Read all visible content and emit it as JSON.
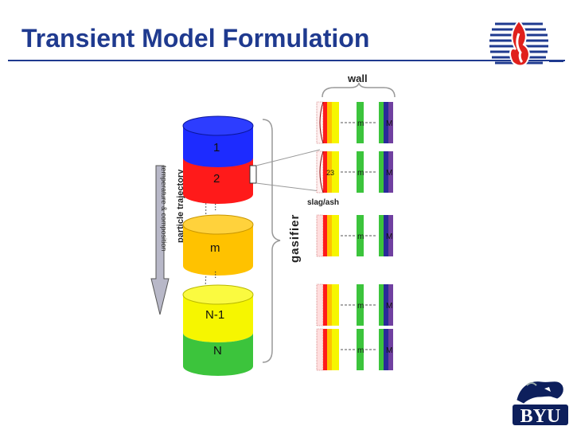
{
  "title": "Transient Model Formulation",
  "diagram": {
    "wall_label": "wall",
    "gasifier_label": "gasifier",
    "particle_label": "particle trajectory",
    "temperature_label": "temperature & composition",
    "slag_label": "slag/ash",
    "cells": [
      {
        "label": "1",
        "color": "#1d2bff"
      },
      {
        "label": "2",
        "color": "#ff1a1a"
      },
      {
        "label": "m",
        "color": "#ffc200"
      },
      {
        "label": "N-1",
        "color": "#f6f600"
      },
      {
        "label": "N",
        "color": "#3cc43c"
      }
    ],
    "ellipsis": "...",
    "layer_row_labels": [
      {
        "left": "",
        "mid": "m",
        "right": "M"
      },
      {
        "left": "23",
        "mid": "m",
        "right": "M"
      },
      {
        "left": "",
        "mid": "m",
        "right": "M"
      },
      {
        "left": "",
        "mid": "m",
        "right": "M"
      },
      {
        "left": "",
        "mid": "m",
        "right": "M"
      }
    ],
    "colors": {
      "blue": "#1d2bff",
      "red": "#ff1a1a",
      "orange": "#ffc200",
      "yellow": "#f6f600",
      "green": "#3cc43c",
      "navy": "#1f3a8f",
      "dark_blue": "#2a2a9a",
      "purple": "#7040a0"
    }
  },
  "logos": {
    "top": "flame-logo",
    "bottom": "BYU",
    "bottom_name": "byu-cougar-logo"
  }
}
